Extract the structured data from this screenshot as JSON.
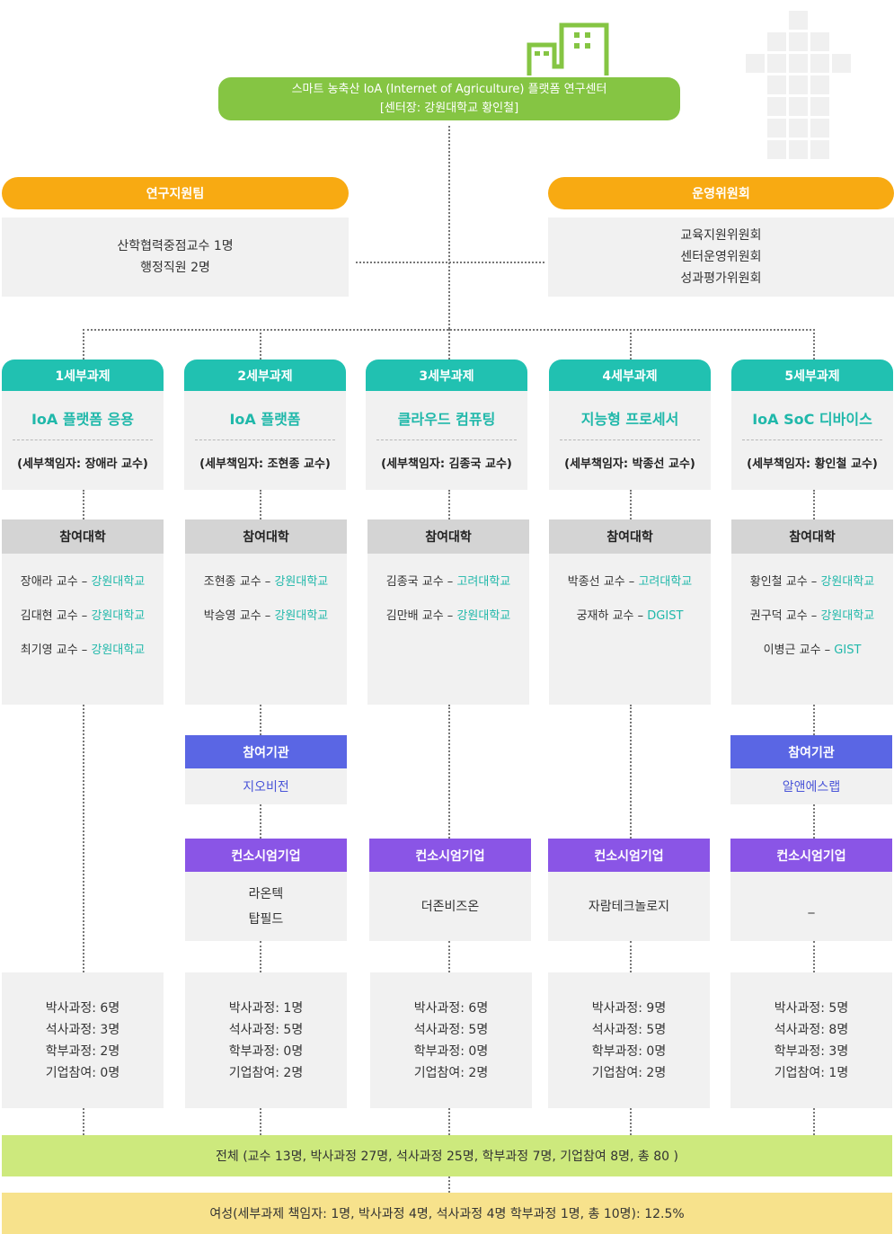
{
  "center": {
    "title": "스마트 농축산 IoA (Internet of Agriculture) 플랫폼 연구센터",
    "director": "[센터장: 강원대학교 황인철]"
  },
  "support_team": {
    "label": "연구지원팀",
    "lines": [
      "산학협력중점교수 1명",
      "행정직원 2명"
    ]
  },
  "committee": {
    "label": "운영위원회",
    "lines": [
      "교육지원위원회",
      "센터운영위원회",
      "성과평가위원회"
    ]
  },
  "subprojects": [
    {
      "label": "1세부과제",
      "title": "IoA 플랫폼 응용",
      "lead": "(세부책임자: 장애라 교수)",
      "uni_label": "참여대학",
      "members": [
        {
          "name": "장애라 교수 – ",
          "school": "강원대학교"
        },
        {
          "name": "김대현 교수 – ",
          "school": "강원대학교"
        },
        {
          "name": "최기영 교수 – ",
          "school": "강원대학교"
        }
      ],
      "stats": [
        "박사과정: 6명",
        "석사과정: 3명",
        "학부과정: 2명",
        "기업참여: 0명"
      ]
    },
    {
      "label": "2세부과제",
      "title": "IoA 플랫폼",
      "lead": "(세부책임자: 조현종 교수)",
      "uni_label": "참여대학",
      "members": [
        {
          "name": "조현종 교수 – ",
          "school": "강원대학교"
        },
        {
          "name": "박승영 교수 – ",
          "school": "강원대학교"
        }
      ],
      "org_label": "참여기관",
      "org": "지오비전",
      "con_label": "컨소시엄기업",
      "con": [
        "라온텍",
        "탑필드"
      ],
      "stats": [
        "박사과정: 1명",
        "석사과정: 5명",
        "학부과정: 0명",
        "기업참여: 2명"
      ]
    },
    {
      "label": "3세부과제",
      "title": "클라우드 컴퓨팅",
      "lead": "(세부책임자: 김종국 교수)",
      "uni_label": "참여대학",
      "members": [
        {
          "name": "김종국 교수 – ",
          "school": "고려대학교"
        },
        {
          "name": "김만배 교수 – ",
          "school": "강원대학교"
        }
      ],
      "con_label": "컨소시엄기업",
      "con": [
        "더존비즈온"
      ],
      "stats": [
        "박사과정: 6명",
        "석사과정: 5명",
        "학부과정: 0명",
        "기업참여: 2명"
      ]
    },
    {
      "label": "4세부과제",
      "title": "지능형 프로세서",
      "lead": "(세부책임자: 박종선 교수)",
      "uni_label": "참여대학",
      "members": [
        {
          "name": "박종선 교수 – ",
          "school": "고려대학교"
        },
        {
          "name": "궁재하 교수 – ",
          "school": "DGIST"
        }
      ],
      "con_label": "컨소시엄기업",
      "con": [
        "자람테크놀로지"
      ],
      "stats": [
        "박사과정: 9명",
        "석사과정: 5명",
        "학부과정: 0명",
        "기업참여: 2명"
      ]
    },
    {
      "label": "5세부과제",
      "title": "IoA SoC 디바이스",
      "lead": "(세부책임자: 황인철 교수)",
      "uni_label": "참여대학",
      "members": [
        {
          "name": "황인철 교수 – ",
          "school": "강원대학교"
        },
        {
          "name": "권구덕 교수 – ",
          "school": "강원대학교"
        },
        {
          "name": "이병근 교수 – ",
          "school": "GIST"
        }
      ],
      "org_label": "참여기관",
      "org": "알앤에스랩",
      "con_label": "컨소시엄기업",
      "con": [
        "_"
      ],
      "stats": [
        "박사과정: 5명",
        "석사과정: 8명",
        "학부과정: 3명",
        "기업참여: 1명"
      ]
    }
  ],
  "total": "전체 (교수 13명, 박사과정 27명, 석사과정 25명, 학부과정 7명, 기업참여 8명, 총 80 )",
  "women": "여성(세부과제 책임자: 1명, 박사과정 4명, 석사과정 4명 학부과정 1명, 총 10명): 12.5%",
  "colors": {
    "green": "#85c543",
    "orange": "#f8aa12",
    "teal": "#21c1b1",
    "blue": "#5a66e4",
    "purple": "#8a55e6",
    "lime": "#cde97d",
    "yellow": "#f7e28c"
  }
}
